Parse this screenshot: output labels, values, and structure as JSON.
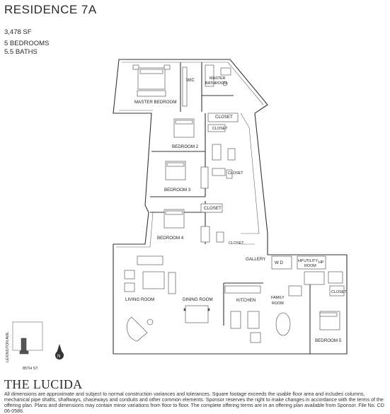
{
  "header": {
    "title": "RESIDENCE 7A",
    "sqft": "3,478 SF",
    "bedrooms": "5 BEDROOMS",
    "baths": "5.5 BATHS"
  },
  "rooms": {
    "master_bedroom": "MASTER BEDROOM",
    "wic": "WIC",
    "master_bathroom_1": "MASTER",
    "master_bathroom_2": "BATHROOM",
    "closet": "CLOSET",
    "bedroom2": "BEDROOM 2",
    "bedroom3": "BEDROOM 3",
    "bedroom4": "BEDROOM 4",
    "bedroom5": "BEDROOM 5",
    "gallery": "GALLERY",
    "wd": "W D",
    "hp": "HP",
    "utility_1": "UTILITY",
    "utility_2": "ROOM",
    "living_room": "LIVING ROOM",
    "dining_room": "DINING ROOM",
    "kitchen": "KITCHEN",
    "family_1": "FAMILY",
    "family_2": "ROOM"
  },
  "keyplan": {
    "avenue": "LEXINGTON AVE.",
    "street": "85TH ST.",
    "north": "N"
  },
  "brand": "THE LUCIDA",
  "disclaimer": "All dimensions are approximate and subject to normal construction variances and tolerances. Square footage exceeds the usable floor area and includes columns, mechanical pipe shafts, shaftways, chaseways and conduits and other common elements. Sponsor reserves the right to make changes in accordance with the terms of the offering plan. Plans and dimensions may contain minor variations from floor to floor. The complete offering terms are in an offering plan available from Sponsor. File No. CD 06-0586."
}
